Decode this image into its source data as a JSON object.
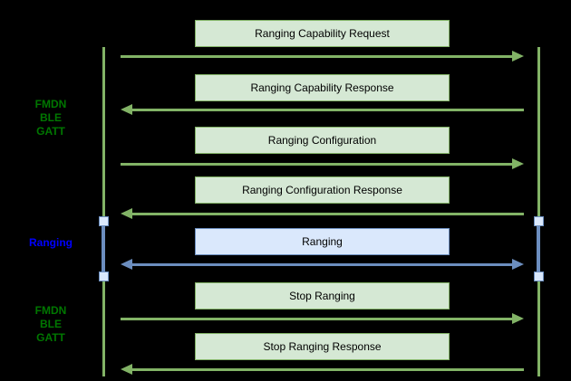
{
  "diagram": {
    "background": "#000000",
    "colors": {
      "green_fill": "#d5e8d4",
      "green_stroke": "#82b366",
      "green_label": "#007700",
      "blue_fill": "#dae8fc",
      "blue_stroke": "#6c8ebf",
      "blue_label": "#0000ff",
      "activation_fill": "#dae8fc",
      "box_text": "#000000"
    },
    "section_labels": [
      {
        "id": "fmdn-ble-gatt-top",
        "lines": [
          "FMDN",
          "BLE",
          "GATT"
        ],
        "style": "green"
      },
      {
        "id": "ranging",
        "lines": [
          "Ranging"
        ],
        "style": "blue"
      },
      {
        "id": "fmdn-ble-gatt-bottom",
        "lines": [
          "FMDN",
          "BLE",
          "GATT"
        ],
        "style": "green"
      }
    ],
    "messages": [
      {
        "label": "Ranging Capability Request",
        "direction": "right",
        "style": "green"
      },
      {
        "label": "Ranging Capability Response",
        "direction": "left",
        "style": "green"
      },
      {
        "label": "Ranging Configuration",
        "direction": "right",
        "style": "green"
      },
      {
        "label": "Ranging Configuration Response",
        "direction": "left",
        "style": "green"
      },
      {
        "label": "Ranging",
        "direction": "both",
        "style": "blue"
      },
      {
        "label": "Stop Ranging",
        "direction": "right",
        "style": "green"
      },
      {
        "label": "Stop Ranging Response",
        "direction": "left",
        "style": "green"
      }
    ]
  }
}
